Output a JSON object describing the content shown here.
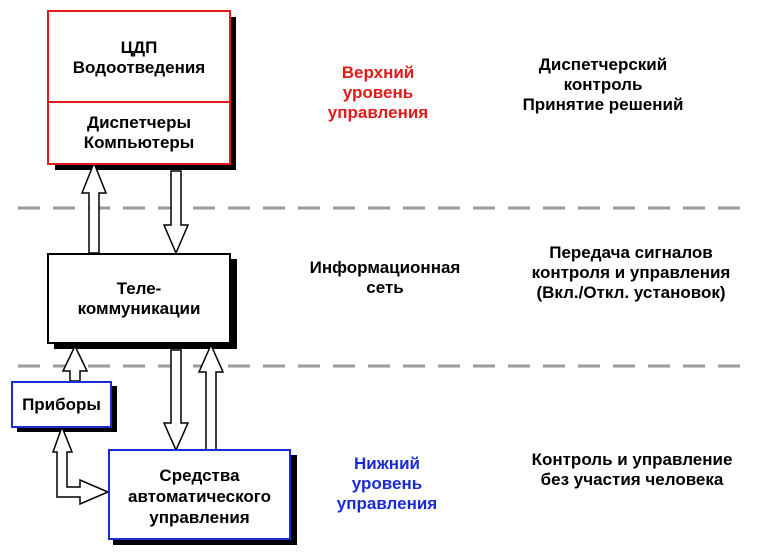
{
  "boxes": {
    "cdp": {
      "title_lines": [
        "ЦДП",
        "Водоотведения"
      ],
      "sub_lines": [
        "Диспетчеры",
        "Компьютеры"
      ]
    },
    "telecom": {
      "lines": [
        "Теле-",
        "коммуникации"
      ]
    },
    "devices": {
      "lines": [
        "Приборы"
      ]
    },
    "auto": {
      "lines": [
        "Средства",
        "автоматического",
        "управления"
      ]
    }
  },
  "levels": {
    "upper": {
      "lines": [
        "Верхний",
        "уровень",
        "управления"
      ],
      "color": "#e11a1a"
    },
    "middle": {
      "lines": [
        "Информационная",
        "сеть"
      ]
    },
    "lower": {
      "lines": [
        "Нижний",
        "уровень",
        "управления"
      ],
      "color": "#1a2bd4"
    }
  },
  "descriptions": {
    "upper": [
      "Диспетчерский",
      "контроль",
      "Принятие решений"
    ],
    "middle": [
      "Передача сигналов",
      "контроля и управления",
      "(Вкл./Откл. установок)"
    ],
    "lower": [
      "Контроль и управление",
      "без участия человека"
    ]
  },
  "colors": {
    "red_border": "#e11a1a",
    "blue_border": "#1a2bd4",
    "black_border": "#000000",
    "dash_line": "#9a9a9a"
  }
}
